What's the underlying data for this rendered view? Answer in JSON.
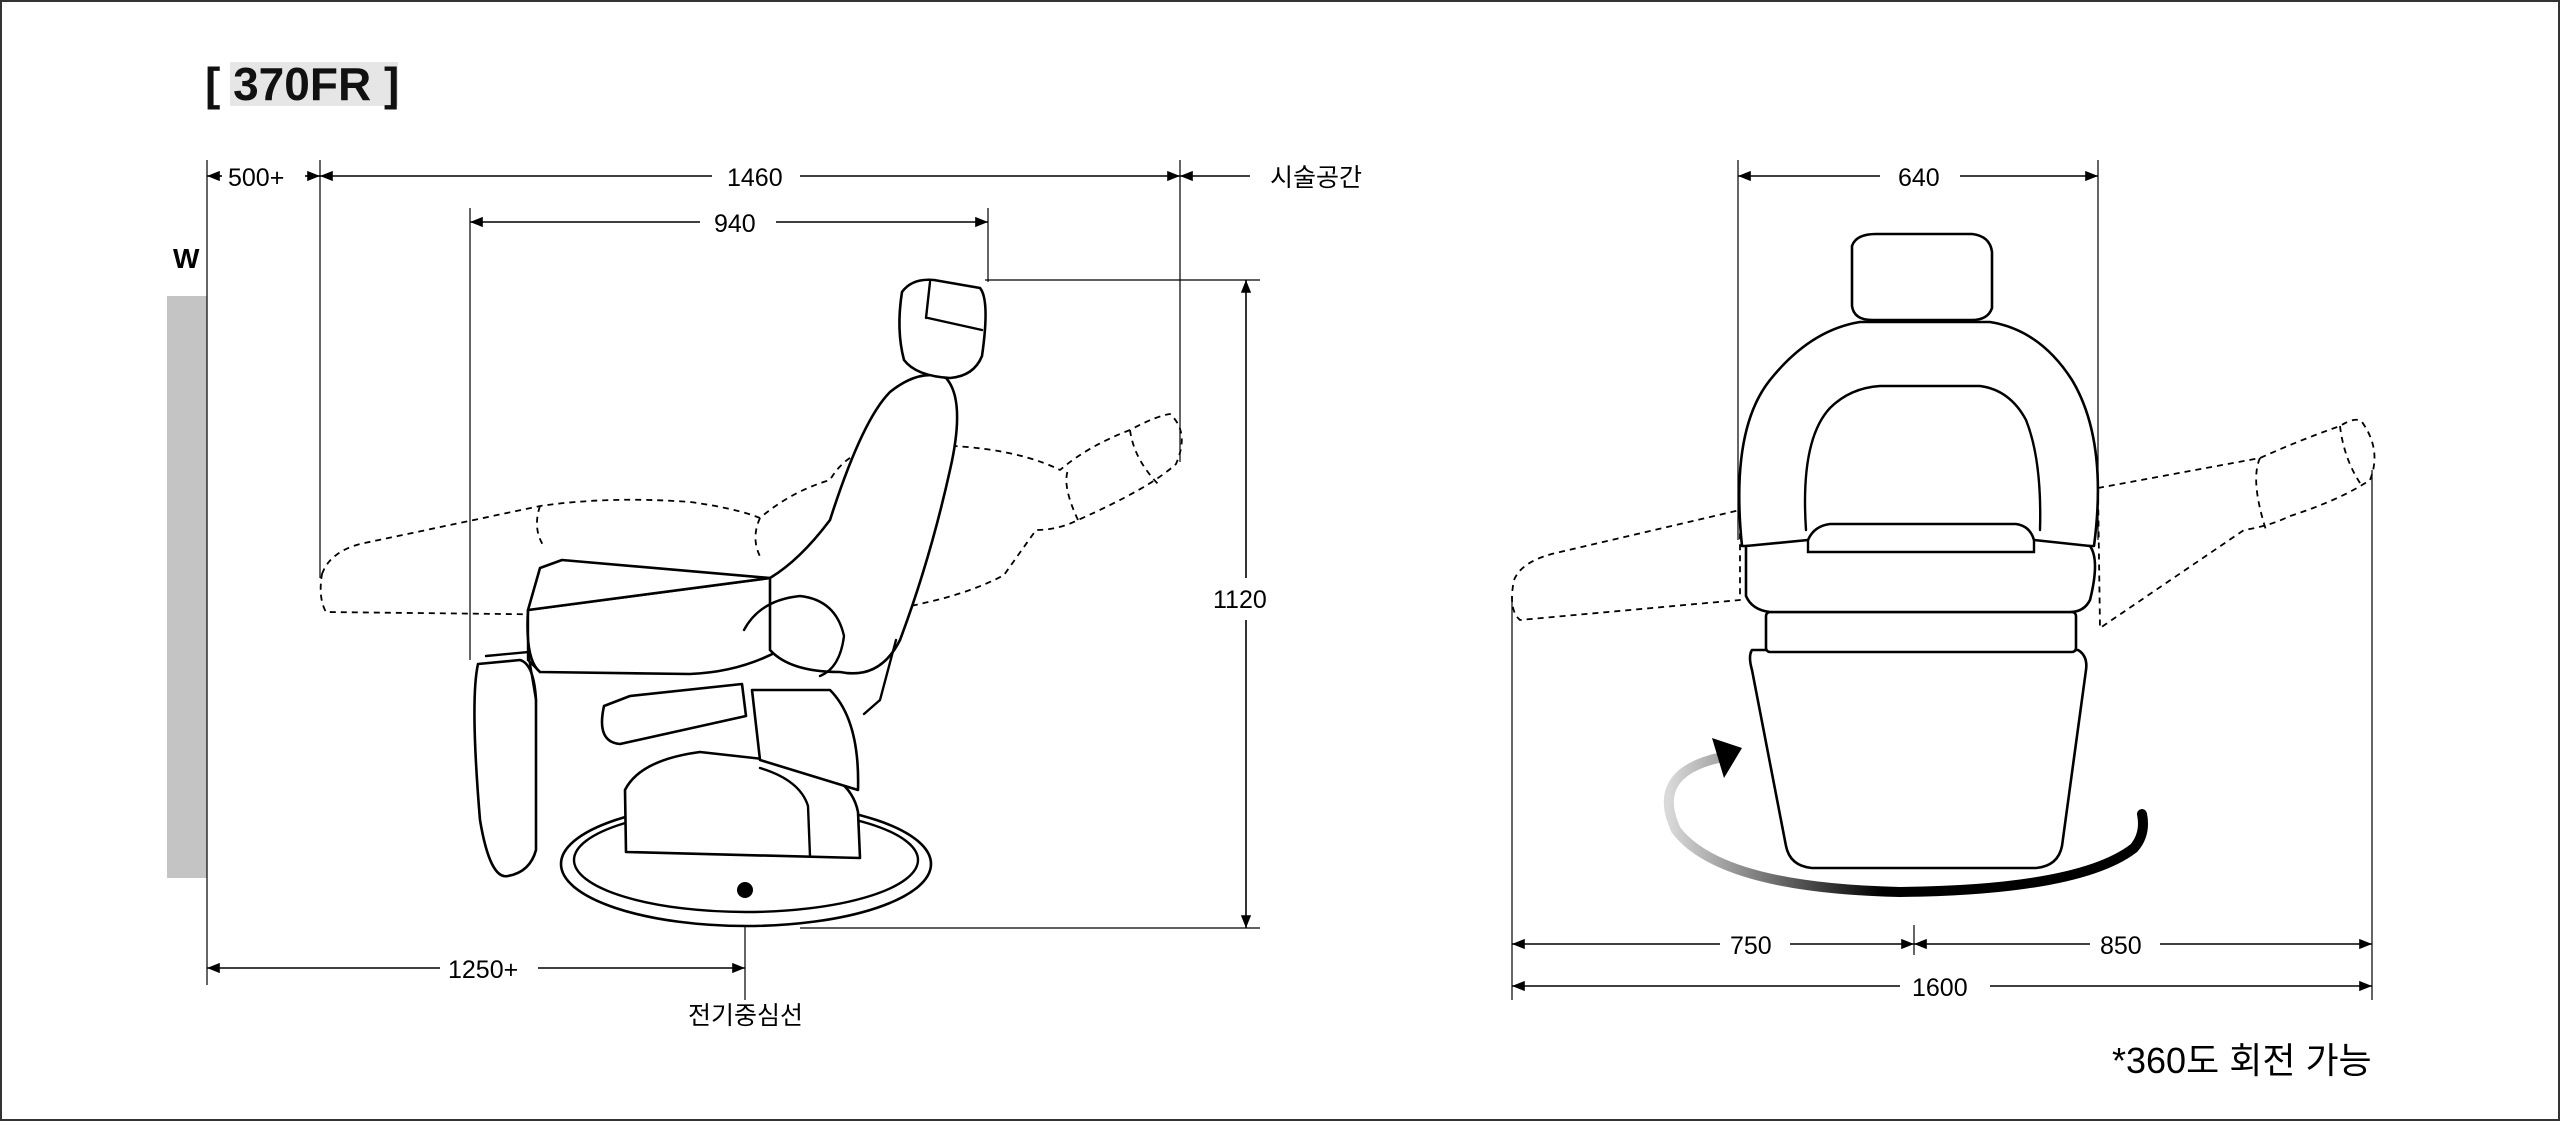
{
  "title": "[ 370FR ]",
  "wall_label": "W",
  "colors": {
    "wall": "#c4c4c4",
    "title_highlight": "#e6e6e6",
    "ink": "#000000",
    "frame": "#333333"
  },
  "side_view": {
    "dimensions": {
      "clearance_back": "500+",
      "full_length": "1460",
      "seat_length": "940",
      "height": "1120",
      "to_center": "1250+"
    },
    "labels": {
      "treatment_space": "시술공간",
      "electric_center": "전기중심선"
    }
  },
  "front_view": {
    "dimensions": {
      "width": "640",
      "left": "750",
      "right": "850",
      "total": "1600"
    }
  },
  "note": "*360도 회전 가능",
  "icons": [
    "rotation-arrow-icon",
    "center-point-icon"
  ]
}
